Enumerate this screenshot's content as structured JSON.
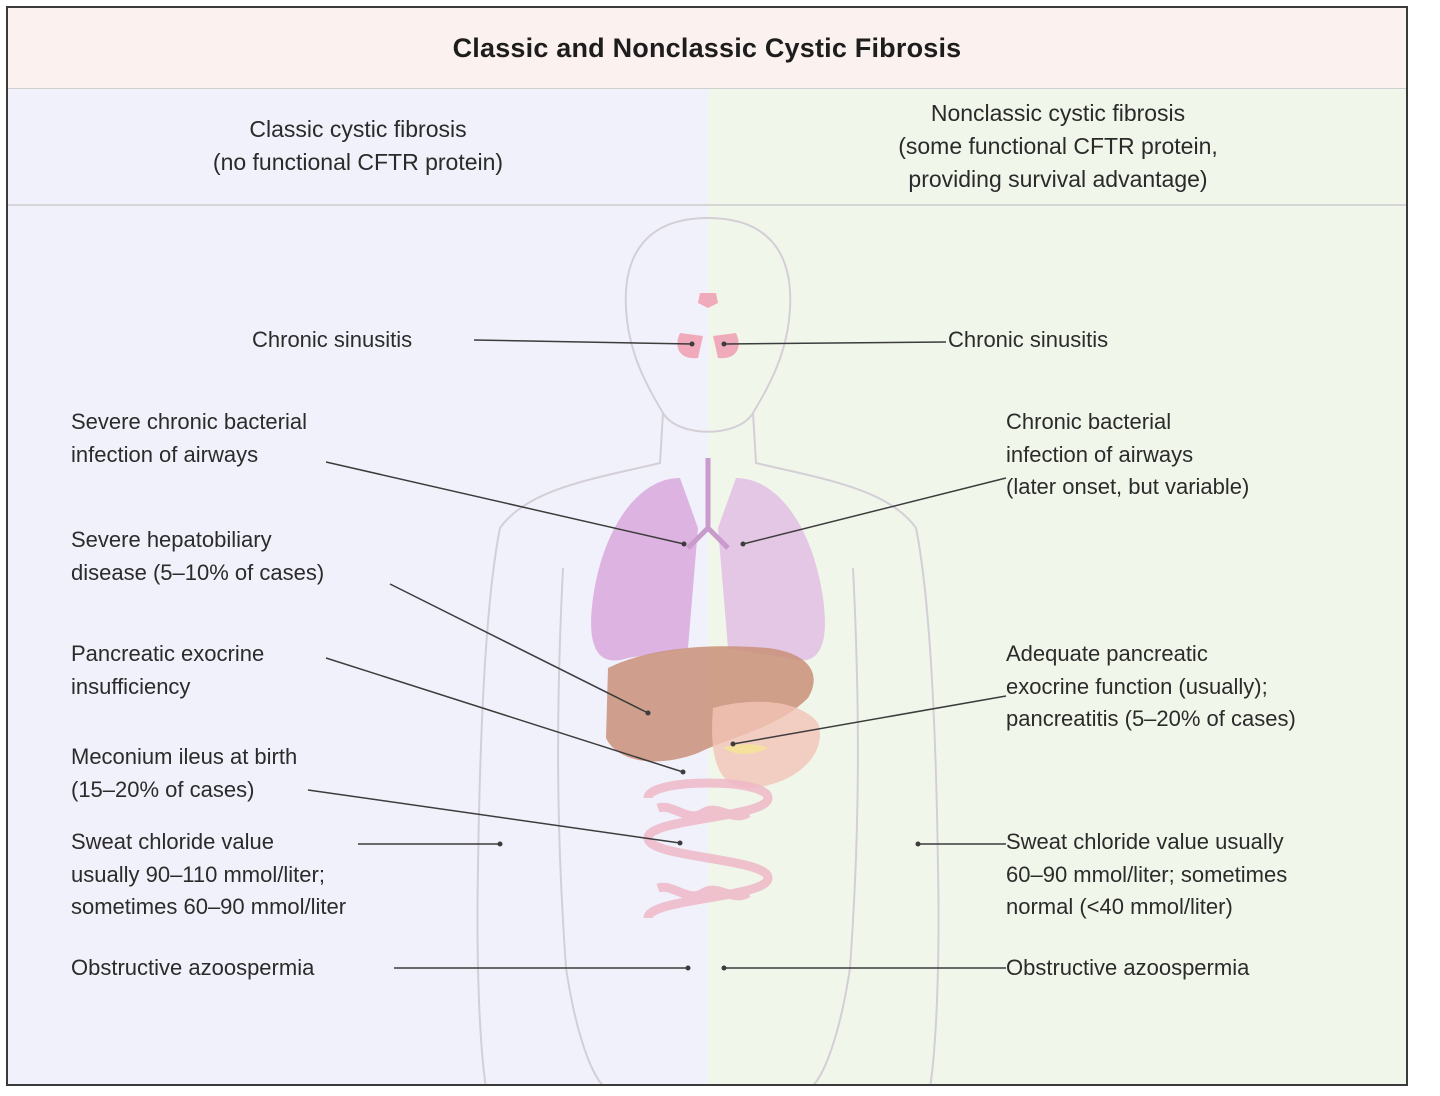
{
  "title": "Classic and Nonclassic Cystic Fibrosis",
  "columns": {
    "left": {
      "heading_line1": "Classic cystic fibrosis",
      "heading_line2": "(no functional CFTR protein)"
    },
    "right": {
      "heading_line1": "Nonclassic cystic fibrosis",
      "heading_line2": "(some functional CFTR protein,",
      "heading_line3": "providing survival advantage)"
    }
  },
  "left_labels": {
    "sinusitis": "Chronic sinusitis",
    "airways_1": "Severe chronic bacterial",
    "airways_2": "infection of airways",
    "hepato_1": "Severe hepatobiliary",
    "hepato_2": "disease (5–10% of cases)",
    "pancreas_1": "Pancreatic exocrine",
    "pancreas_2": "insufficiency",
    "meconium_1": "Meconium ileus at birth",
    "meconium_2": "(15–20% of cases)",
    "sweat_1": "Sweat chloride value",
    "sweat_2": "usually 90–110 mmol/liter;",
    "sweat_3": "sometimes 60–90 mmol/liter",
    "azoospermia": "Obstructive azoospermia"
  },
  "right_labels": {
    "sinusitis": "Chronic sinusitis",
    "airways_1": "Chronic bacterial",
    "airways_2": "infection of airways",
    "airways_3": "(later onset, but variable)",
    "pancreas_1": "Adequate pancreatic",
    "pancreas_2": "exocrine function (usually);",
    "pancreas_3": "pancreatitis (5–20% of cases)",
    "sweat_1": "Sweat chloride value usually",
    "sweat_2": "60–90 mmol/liter; sometimes",
    "sweat_3": "normal (<40 mmol/liter)",
    "azoospermia": "Obstructive azoospermia"
  },
  "colors": {
    "left_panel": "#f1f1fb",
    "right_panel": "#f1f6ea",
    "title_band": "#fbf1ee",
    "lung": "#d9a9dc",
    "liver": "#c98f78",
    "intestine": "#efb8c8",
    "sinus": "#f0a3b6",
    "leader_line": "#3c3c3c"
  }
}
